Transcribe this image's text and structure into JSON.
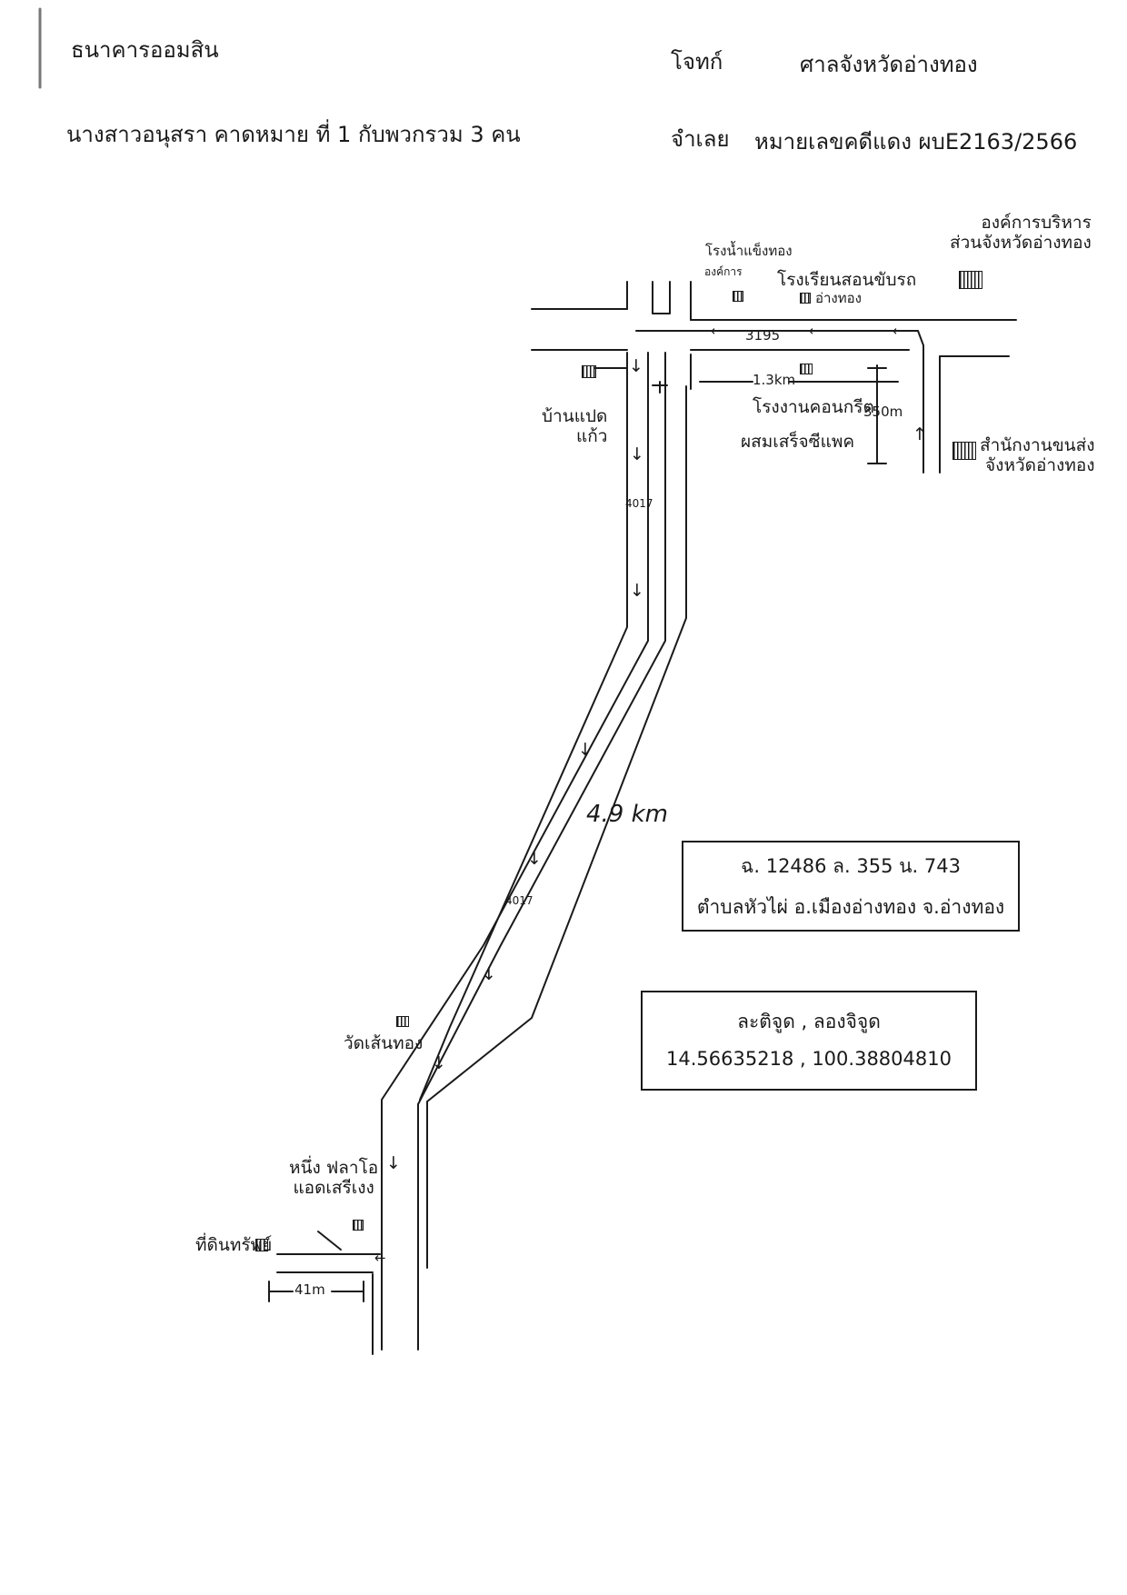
{
  "header": {
    "plaintiff": "ธนาคารออมสิน",
    "plaintiff_role": "โจทก์",
    "court": "ศาลจังหวัดอ่างทอง",
    "defendant": "นางสาวอนุสรา คาดหมาย ที่ 1 กับพวกรวม 3 คน",
    "defendant_role": "จำเลย",
    "case_number": "หมายเลขคดีแดง ผบE2163/2566"
  },
  "landmarks": {
    "tao_office": "องค์การบริหาร\nส่วนจังหวัดอ่างทอง",
    "hospital_top": "โรงน้ำแข็งทอง",
    "org_small": "องค์การ",
    "school": "โรงเรียนสอนขับรถ",
    "school_sub": "อ่างทอง",
    "road_top": "3195",
    "ban_paet_kaeo": "บ้านแปด\nแก้ว",
    "dist_13km": "1.3km",
    "concrete_plant": "โรงงานคอนกรีต",
    "concrete_plant_2": "ผสมเสร็จซีแพค",
    "dist_350m": "350m",
    "transport_office": "สำนักงานขนส่ง\nจังหวัดอ่างทอง",
    "road_4017_a": "4017",
    "road_4017_b": "4017",
    "dist_49km": "4.9 km",
    "temple": "วัดเส้นทอง",
    "shop": "หนึ่ง ฟลาโอ\nแอดเสรีเงง",
    "property": "ที่ดินทรัพย์",
    "dist_41m": "41m"
  },
  "deed_box": {
    "line1": "ฉ. 12486   ล. 355   น. 743",
    "line2": "ตำบลหัวไผ่  อ.เมืองอ่างทอง  จ.อ่างทอง"
  },
  "coord_box": {
    "line1": "ละติจูด , ลองจิจูด",
    "line2": "14.56635218 , 100.38804810"
  },
  "arrows": {
    "left": "←",
    "down": "↓",
    "up": "↑"
  }
}
